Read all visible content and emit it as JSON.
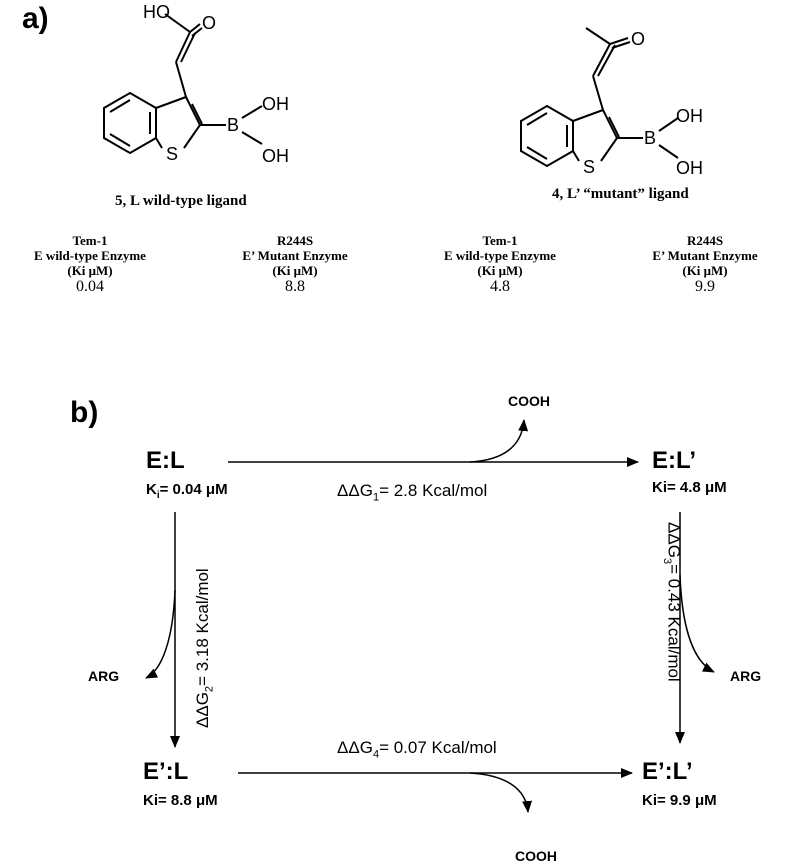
{
  "panel_a": {
    "label": "a)",
    "ligand_left": {
      "caption": "5, L wild-type ligand",
      "atoms": {
        "acid": "HO",
        "carbonyl_o": "O",
        "boron": "B",
        "oh_top": "OH",
        "oh_bottom": "OH",
        "sulfur": "S"
      }
    },
    "ligand_right": {
      "caption": "4, L’ “mutant” ligand",
      "atoms": {
        "carbonyl_o": "O",
        "boron": "B",
        "oh_top": "OH",
        "oh_bottom": "OH",
        "sulfur": "S"
      }
    },
    "ki_columns": [
      {
        "line1": "Tem-1",
        "line2": "E wild-type Enzyme",
        "line3": "(Ki μM)",
        "value": "0.04"
      },
      {
        "line1": "R244S",
        "line2": "E’ Mutant Enzyme",
        "line3": "(Ki μM)",
        "value": "8.8"
      },
      {
        "line1": "Tem-1",
        "line2": "E wild-type Enzyme",
        "line3": "(Ki μM)",
        "value": "4.8"
      },
      {
        "line1": "R244S",
        "line2": "E’ Mutant Enzyme",
        "line3": "(Ki μM)",
        "value": "9.9"
      }
    ]
  },
  "panel_b": {
    "label": "b)",
    "nodes": {
      "top_left": {
        "name": "E:L",
        "ki_prefix": "K",
        "ki_sub": "i",
        "ki_rest": "= 0.04 μM"
      },
      "top_right": {
        "name": "E:L’",
        "ki": "Ki= 4.8 μM"
      },
      "bottom_left": {
        "name": "E’:L",
        "ki": "Ki= 8.8 μM"
      },
      "bottom_right": {
        "name": "E’:L’",
        "ki": "Ki= 9.9 μM"
      }
    },
    "edges": {
      "top": {
        "prefix": "ΔΔG",
        "sub": "1",
        "rest": "= 2.8 Kcal/mol"
      },
      "left": {
        "prefix": "ΔΔG",
        "sub": "2",
        "rest": "= 3.18 Kcal/mol"
      },
      "right": {
        "prefix": "ΔΔG",
        "sub": "3",
        "rest": "= 0.43 Kcal/mol"
      },
      "bottom": {
        "prefix": "ΔΔG",
        "sub": "4",
        "rest": "= 0.07 Kcal/mol"
      }
    },
    "groups": {
      "top": "COOH",
      "bottom": "COOH",
      "left": "ARG",
      "right": "ARG"
    }
  }
}
